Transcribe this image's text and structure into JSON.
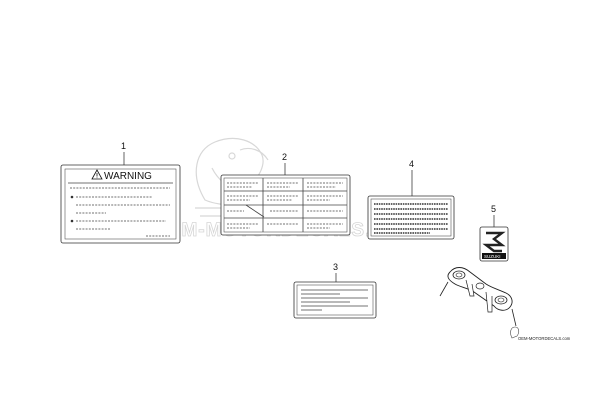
{
  "diagram": {
    "parts": [
      {
        "number": "1",
        "heading": "WARNING"
      },
      {
        "number": "2"
      },
      {
        "number": "3"
      },
      {
        "number": "4"
      },
      {
        "number": "5",
        "brand": "SUZUKI"
      }
    ],
    "watermark": {
      "text": "OEM-MOTORDECALS.com",
      "site_credit": "OEM-MOTORDECALS.com"
    }
  }
}
